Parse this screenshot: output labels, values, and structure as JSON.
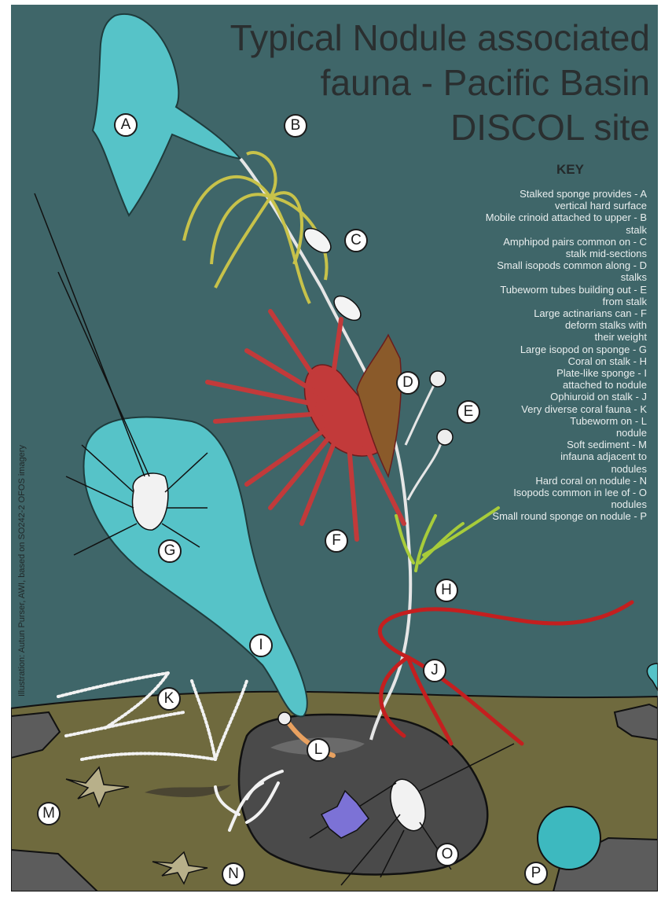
{
  "title_lines": [
    "Typical Nodule associated",
    "fauna - Pacific Basin",
    "DISCOL site"
  ],
  "key": {
    "heading": "KEY",
    "lines": [
      "Stalked sponge provides - A",
      "vertical hard surface",
      "Mobile crinoid attached to upper - B",
      "stalk",
      "Amphipod pairs common on - C",
      "stalk mid-sections",
      "Small isopods common along - D",
      "stalks",
      "Tubeworm tubes building out - E",
      "from stalk",
      "Large actinarians can - F",
      "deform stalks with",
      "their weight",
      "Large isopod on sponge - G",
      "Coral on stalk - H",
      "Plate-like sponge  - I",
      "attached to nodule",
      "Ophiuroid on stalk - J",
      "Very diverse coral fauna - K",
      "Tubeworm on - L",
      "nodule",
      "Soft sediment - M",
      "infauna adjacent to",
      "nodules",
      "Hard coral on nodule - N",
      "Isopods common in lee of - O",
      "nodules",
      "Small round sponge on nodule - P"
    ]
  },
  "credit": "Illustration: Autun Purser, AWI, based on SO242-2 OFOS imagery",
  "labels": [
    "A",
    "B",
    "C",
    "D",
    "E",
    "F",
    "G",
    "H",
    "I",
    "J",
    "K",
    "L",
    "M",
    "N",
    "O",
    "P"
  ],
  "colors": {
    "water": "#3f6669",
    "sediment": "#6f6a3e",
    "nodule": "#4a4a4a",
    "sponge_teal": "#56c3c8",
    "crinoid_yellow": "#c7c24a",
    "actinarian_red": "#c23a3a",
    "ophiuroid_red": "#c41f1f",
    "coral_green": "#a8cc3a",
    "isopod_white": "#f2f2f2"
  }
}
